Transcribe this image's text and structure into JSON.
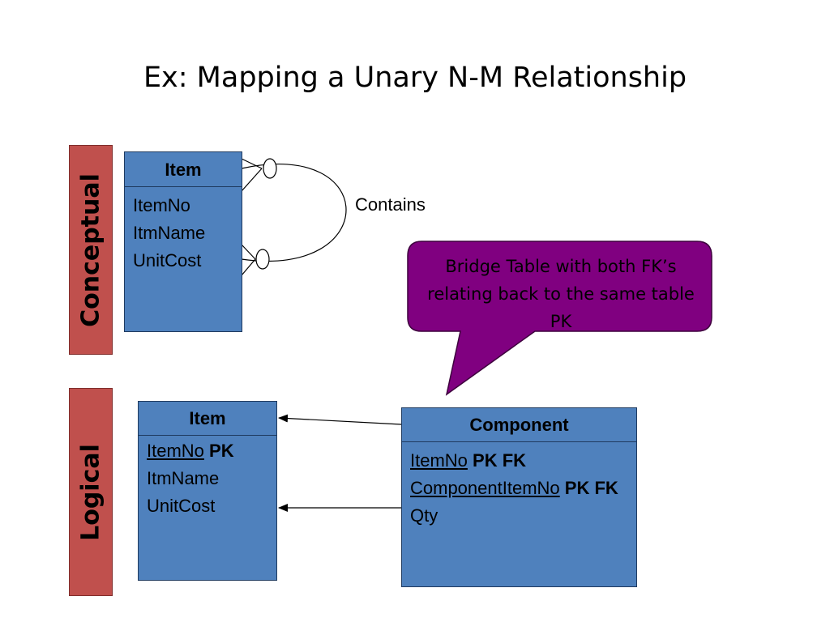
{
  "title": "Ex: Mapping a Unary N-M Relationship",
  "sections": {
    "conceptual": "Conceptual",
    "logical": "Logical"
  },
  "conceptual_entity": {
    "name": "Item",
    "attributes": [
      "ItemNo",
      "ItmName",
      "UnitCost"
    ]
  },
  "relationship": {
    "label": "Contains"
  },
  "callout": {
    "text": "Bridge Table with both FK’s relating back to the same table PK",
    "color": "#800080"
  },
  "logical_item": {
    "name": "Item",
    "attributes": [
      {
        "name": "ItemNo",
        "keys": "PK"
      },
      {
        "name": "ItmName",
        "keys": ""
      },
      {
        "name": "UnitCost",
        "keys": ""
      }
    ]
  },
  "logical_component": {
    "name": "Component",
    "attributes": [
      {
        "name": "ItemNo",
        "keys": "PK FK"
      },
      {
        "name": "ComponentItemNo",
        "keys": "PK FK"
      },
      {
        "name": "Qty",
        "keys": ""
      }
    ]
  },
  "colors": {
    "entity_fill": "#4f81bd",
    "section_fill": "#c0504d"
  }
}
